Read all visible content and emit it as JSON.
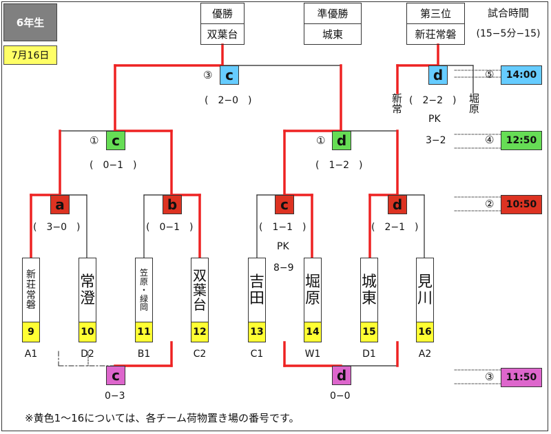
{
  "header": {
    "grade": "6年生",
    "date": "7月16日",
    "winner_label": "優勝",
    "winner": "双葉台",
    "runner_up_label": "準優勝",
    "runner_up": "城東",
    "third_label": "第三位",
    "third": "新荘常磐",
    "match_time_label": "試合時間",
    "match_time_format": "(15−5分−15)"
  },
  "teams": [
    {
      "name_lines": [
        "新",
        "荘",
        "常",
        "磐"
      ],
      "number": "9",
      "group": "A1"
    },
    {
      "name_lines": [
        "常",
        "澄"
      ],
      "number": "10",
      "group": "D2"
    },
    {
      "name_lines": [
        "笠",
        "原",
        "・",
        "緑",
        "岡"
      ],
      "number": "11",
      "group": "B1"
    },
    {
      "name_lines": [
        "双",
        "葉",
        "台"
      ],
      "number": "12",
      "group": "C2"
    },
    {
      "name_lines": [
        "吉",
        "田"
      ],
      "number": "13",
      "group": "C1"
    },
    {
      "name_lines": [
        "堀",
        "原"
      ],
      "number": "14",
      "group": "W1"
    },
    {
      "name_lines": [
        "城",
        "東"
      ],
      "number": "15",
      "group": "D1"
    },
    {
      "name_lines": [
        "見",
        "川"
      ],
      "number": "16",
      "group": "A2"
    }
  ],
  "matches": {
    "r1_a": {
      "court": "a",
      "score": "(　3−0　)"
    },
    "r1_b": {
      "court": "b",
      "score": "(　0−1　)"
    },
    "r1_c": {
      "court": "c",
      "score": "(　1−1　)",
      "pk_label": "PK",
      "pk_score": "8−9"
    },
    "r1_d": {
      "court": "d",
      "score": "(　2−1　)"
    },
    "sf_left": {
      "round_no": "①",
      "court": "c",
      "score": "(　0−1　)"
    },
    "sf_right": {
      "round_no": "①",
      "court": "d",
      "score": "(　1−2　)"
    },
    "final": {
      "round_no": "③",
      "court": "c",
      "score": "(　2−0　)"
    },
    "third_place": {
      "court": "d",
      "score": "(　2−2　)",
      "pk_label": "PK",
      "pk_score": "3−2",
      "left_team": "新常",
      "right_team": "堀原"
    },
    "cons_left": {
      "court": "c",
      "score": "0−3"
    },
    "cons_right": {
      "court": "d",
      "score": "0−0"
    }
  },
  "schedule": [
    {
      "round_no": "⑤",
      "time": "14:00",
      "color": "#66ccff"
    },
    {
      "round_no": "④",
      "time": "12:50",
      "color": "#66dd55"
    },
    {
      "round_no": "②",
      "time": "10:50",
      "color": "#dd3322"
    },
    {
      "round_no": "③",
      "time": "11:50",
      "color": "#dd66cc"
    }
  ],
  "colors": {
    "court_a": "#dd3322",
    "court_b": "#dd3322",
    "court_c_r1": "#dd3322",
    "court_d_r1": "#dd3322",
    "court_c_sf": "#66dd55",
    "court_d_sf": "#66dd55",
    "final": "#66ccff",
    "third": "#66ccff",
    "consolation": "#dd66cc",
    "winner_line": "#ee2222"
  },
  "footnote": "※黄色1〜16については、各チーム荷物置き場の番号です。"
}
